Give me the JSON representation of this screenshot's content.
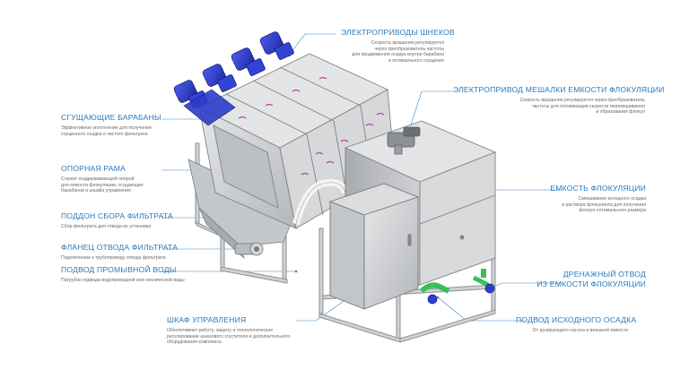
{
  "callouts": {
    "screw_drives": {
      "title": "ЭЛЕКТРОПРИВОДЫ ШНЕКОВ",
      "desc": "Скорость вращения регулируется\nчерез преобразователь частоты\nдля продвижения осадка внутри барабана\nи оптимального сгущения"
    },
    "mixer_drive": {
      "title": "ЭЛЕКТРОПРИВОД МЕШАЛКИ ЕМКОСТИ ФЛОКУЛЯЦИИ",
      "desc": "Скорость вращения регулируется через преобразователь\nчастоты для оптимизации скорости перемешивания\nи образования флокул"
    },
    "drums": {
      "title": "СГУЩАЮЩИЕ БАРАБАНЫ",
      "desc": "Эффективное уплотнение для получения\nсгущенного осадка и чистого фильтрата"
    },
    "frame": {
      "title": "ОПОРНАЯ РАМА",
      "desc": "Служит поддерживающей опорой\nдля емкости флокуляции, сгущающих\nбарабанов и шкафа управления"
    },
    "tray": {
      "title": "ПОДДОН СБОРА ФИЛЬТРАТА",
      "desc": "Сбор фильтрата для отвода из установки"
    },
    "flange": {
      "title": "ФЛАНЕЦ ОТВОДА ФИЛЬТРАТА",
      "desc": "Подключение к трубопроводу отвода фильтрата"
    },
    "wash": {
      "title": "ПОДВОД ПРОМЫВНОЙ ВОДЫ",
      "desc": "Патрубок подвода водопроводной или технической воды"
    },
    "tank": {
      "title": "ЕМКОСТЬ ФЛОКУЛЯЦИИ",
      "desc": "Смешивание исходного осадка\nи раствора флокулянта для получения\nфлокул оптимального размера"
    },
    "drain": {
      "title": "ДРЕНАЖНЫЙ ОТВОД\nИЗ ЕМКОСТИ ФЛОКУЛЯЦИИ",
      "desc": ""
    },
    "cabinet": {
      "title": "ШКАФ УПРАВЛЕНИЯ",
      "desc": "Обеспечивает работу, защиту и технологическое\nрегулирование шнекового сгустителя и дополнительного\nоборудования комплекса"
    },
    "inlet": {
      "title": "ПОДВОД ИСХОДНОГО ОСАДКА",
      "desc": "От дозирующего насоса и внешней емкости"
    }
  },
  "colors": {
    "accent": "#2a78b8",
    "leader": "#3a85c4",
    "motor": "#2d3fd0",
    "steel": "#c9cbce",
    "pipe_green": "#3bbf5a",
    "hatch": "#b9459f"
  },
  "icons": [
    "motor-icon",
    "flange-icon",
    "valve-icon"
  ]
}
